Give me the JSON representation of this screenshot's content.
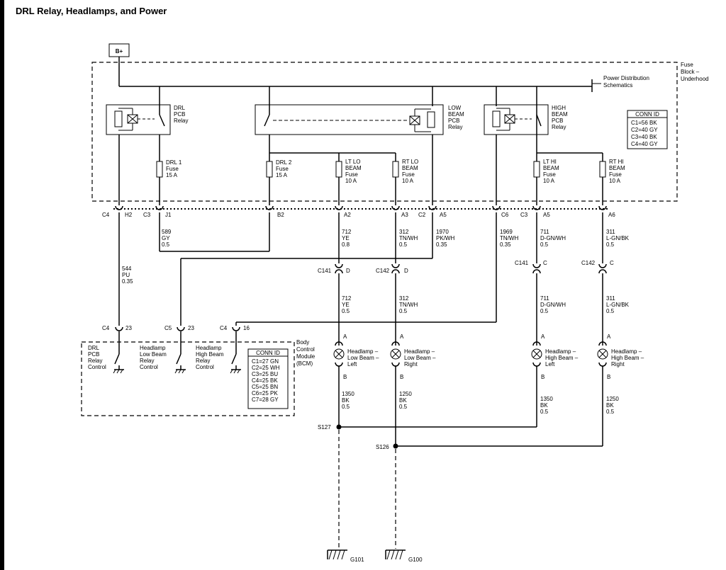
{
  "title": "DRL Relay, Headlamps, and Power",
  "battery": "B+",
  "fuse_block": {
    "line1": "Fuse",
    "line2": "Block –",
    "line3": "Underhood"
  },
  "pd_schematics": {
    "line1": "Power Distribution",
    "line2": "Schematics"
  },
  "relays": {
    "drl": [
      "DRL",
      "PCB",
      "Relay"
    ],
    "low": [
      "LOW",
      "BEAM",
      "PCB",
      "Relay"
    ],
    "high": [
      "HIGH",
      "BEAM",
      "PCB",
      "Relay"
    ]
  },
  "fuse_conn_id": {
    "title": "CONN ID",
    "rows": [
      "C1=56 BK",
      "C2=40 GY",
      "C3=40 BK",
      "C4=40 GY"
    ]
  },
  "fuses": [
    [
      "DRL 1",
      "Fuse",
      "15 A"
    ],
    [
      "DRL 2",
      "Fuse",
      "15 A"
    ],
    [
      "LT LO",
      "BEAM",
      "Fuse",
      "10 A"
    ],
    [
      "RT LO",
      "BEAM",
      "Fuse",
      "10 A"
    ],
    [
      "LT HI",
      "BEAM",
      "Fuse",
      "10 A"
    ],
    [
      "RT HI",
      "BEAM",
      "Fuse",
      "10 A"
    ]
  ],
  "pins": [
    {
      "conn": "C4",
      "pin": "H2"
    },
    {
      "conn": "C3",
      "pin": "J1"
    },
    {
      "conn": "",
      "pin": "B2"
    },
    {
      "conn": "",
      "pin": "A2"
    },
    {
      "conn": "",
      "pin": "A3"
    },
    {
      "conn": "C2",
      "pin": "A5"
    },
    {
      "conn": "",
      "pin": "C6"
    },
    {
      "conn": "C3",
      "pin": "A5"
    },
    {
      "conn": "",
      "pin": "A6"
    }
  ],
  "wires_upper": [
    [
      "589",
      "GY",
      "0.5"
    ],
    [
      "712",
      "YE",
      "0.8"
    ],
    [
      "312",
      "TN/WH",
      "0.5"
    ],
    [
      "1970",
      "PK/WH",
      "0.35"
    ],
    [
      "1969",
      "TN/WH",
      "0.35"
    ],
    [
      "711",
      "D-GN/WH",
      "0.5"
    ],
    [
      "311",
      "L-GN/BK",
      "0.5"
    ],
    [
      "544",
      "PU",
      "0.35"
    ]
  ],
  "inline_connectors": [
    {
      "id": "C141",
      "pin": "D"
    },
    {
      "id": "C142",
      "pin": "D"
    },
    {
      "id": "C141",
      "pin": "C"
    },
    {
      "id": "C142",
      "pin": "C"
    }
  ],
  "wires_mid": [
    [
      "712",
      "YE",
      "0.5"
    ],
    [
      "312",
      "TN/WH",
      "0.5"
    ],
    [
      "711",
      "D-GN/WH",
      "0.5"
    ],
    [
      "311",
      "L-GN/BK",
      "0.5"
    ]
  ],
  "bcm_pins": [
    {
      "conn": "C4",
      "pin": "23"
    },
    {
      "conn": "C5",
      "pin": "23"
    },
    {
      "conn": "C4",
      "pin": "16"
    }
  ],
  "bcm_controls": [
    [
      "DRL",
      "PCB",
      "Relay",
      "Control"
    ],
    [
      "Headlamp",
      "Low Beam",
      "Relay",
      "Control"
    ],
    [
      "Headlamp",
      "High Beam",
      "Relay",
      "Control"
    ]
  ],
  "bcm_name": [
    "Body",
    "Control",
    "Module",
    "(BCM)"
  ],
  "bcm_conn_id": {
    "title": "CONN ID",
    "rows": [
      "C1=27 GN",
      "C2=25 WH",
      "C3=25 BU",
      "C4=25 BK",
      "C5=25 BN",
      "C6=25 PK",
      "C7=28 GY"
    ]
  },
  "lamps": [
    [
      "Headlamp –",
      "Low Beam –",
      "Left"
    ],
    [
      "Headlamp –",
      "Low Beam –",
      "Right"
    ],
    [
      "Headlamp –",
      "High Beam –",
      "Left"
    ],
    [
      "Headlamp –",
      "High Beam –",
      "Right"
    ]
  ],
  "lamp_pins": {
    "top": "A",
    "bottom": "B"
  },
  "wires_ground": [
    [
      "1350",
      "BK",
      "0.5"
    ],
    [
      "1250",
      "BK",
      "0.5"
    ],
    [
      "1350",
      "BK",
      "0.5"
    ],
    [
      "1250",
      "BK",
      "0.5"
    ]
  ],
  "splices": [
    "S127",
    "S126"
  ],
  "grounds": [
    "G101",
    "G100"
  ]
}
